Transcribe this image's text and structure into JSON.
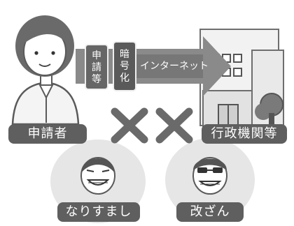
{
  "labels": {
    "applicant": "申請者",
    "agency": "行政機関等",
    "impersonation": "なりすまし",
    "tampering": "改ざん"
  },
  "arrow": {
    "box1": "申請等",
    "box2": "暗号化",
    "internet": "インターネット"
  },
  "colors": {
    "pill": "#5f5f5f",
    "arrow_dark": "#6e6e6e",
    "arrow_light": "#9a9a9a",
    "cross": "#6a6a6a",
    "bubble": "#e4e4e4"
  }
}
